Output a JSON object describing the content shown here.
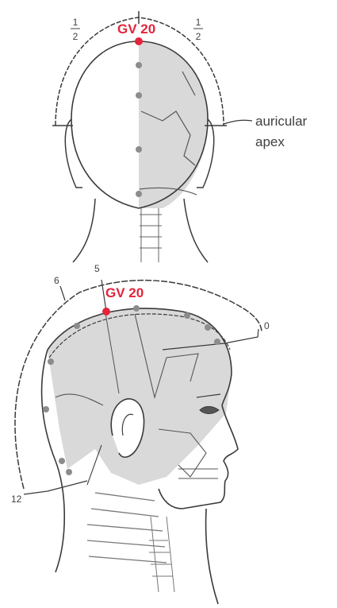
{
  "colors": {
    "accent": "#e3243b",
    "skull_fill": "#d9d9d9",
    "outline": "#3a3a3a",
    "point": "#8c8c8c"
  },
  "top_view": {
    "point_label": "GV 20",
    "left_fraction": {
      "numerator": "1",
      "denominator": "2"
    },
    "right_fraction": {
      "numerator": "1",
      "denominator": "2"
    },
    "apex_label_line1": "auricular",
    "apex_label_line2": "apex"
  },
  "side_view": {
    "point_label": "GV 20",
    "scale_label_6": "6",
    "scale_label_5": "5",
    "scale_label_0": "0",
    "scale_label_12": "12"
  }
}
